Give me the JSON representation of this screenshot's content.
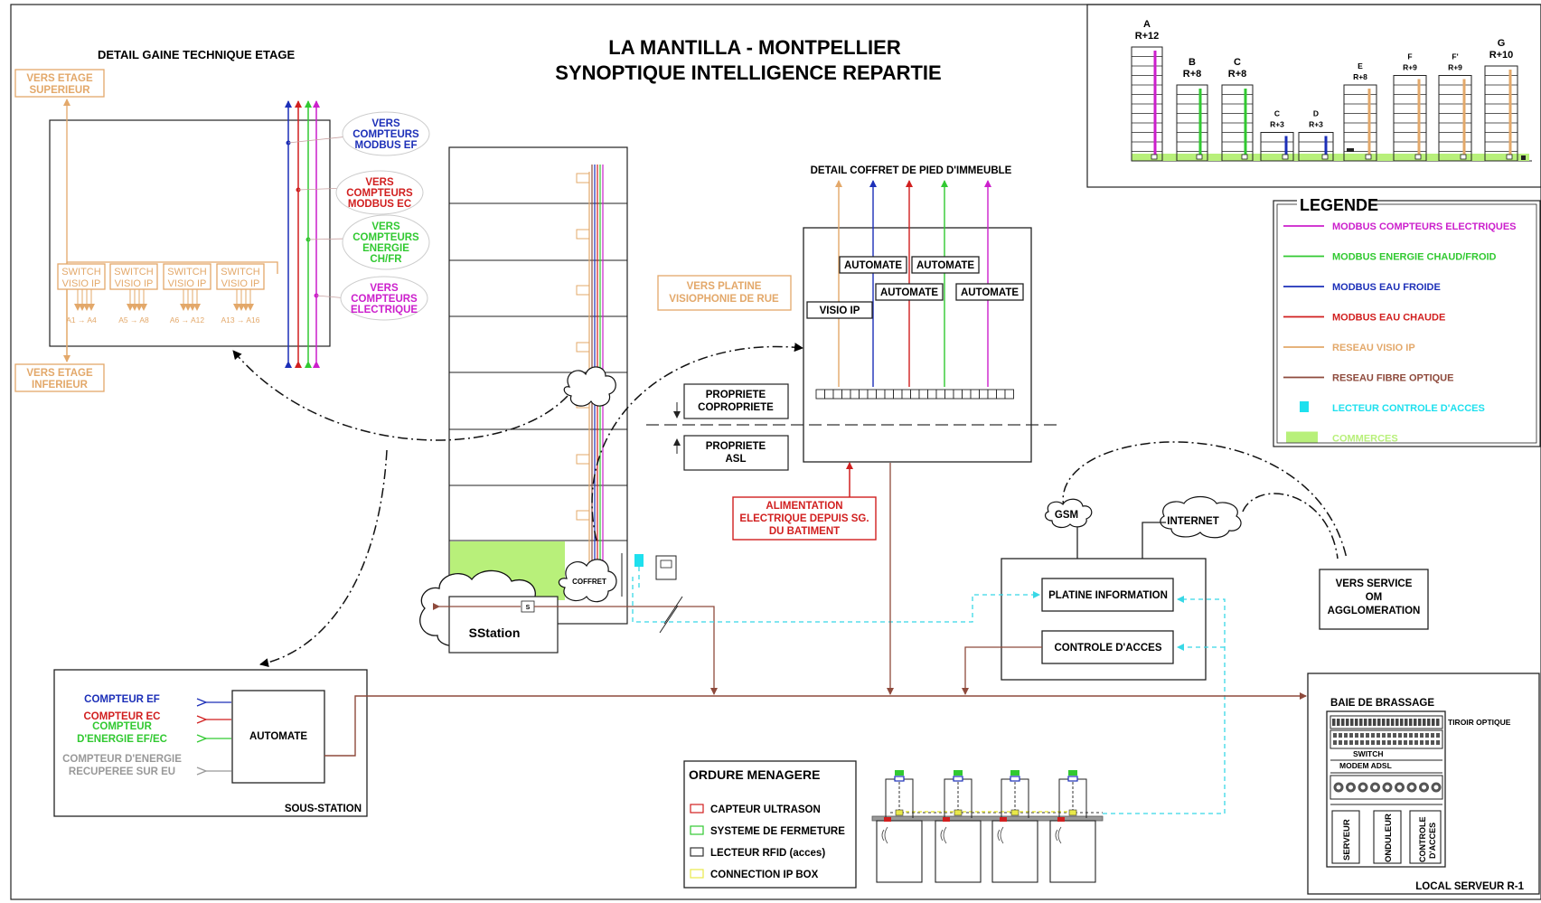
{
  "title": {
    "line1": "LA MANTILLA - MONTPELLIER",
    "line2": "SYNOPTIQUE INTELLIGENCE REPARTIE"
  },
  "gaine": {
    "title": "DETAIL GAINE TECHNIQUE ETAGE",
    "vers_sup": [
      "VERS ETAGE",
      "SUPERIEUR"
    ],
    "vers_inf": [
      "VERS ETAGE",
      "INFERIEUR"
    ],
    "switch_label": [
      "SWITCH",
      "VISIO IP"
    ],
    "ranges": [
      "A1 → A4",
      "A5 → A8",
      "A6 → A12",
      "A13 → A16"
    ],
    "bubbles": [
      {
        "lines": [
          "VERS",
          "COMPTEURS",
          "MODBUS EF"
        ],
        "color": "#1c2fb8"
      },
      {
        "lines": [
          "VERS",
          "COMPTEURS",
          "MODBUS EC"
        ],
        "color": "#d11f1f"
      },
      {
        "lines": [
          "VERS",
          "COMPTEURS",
          "ENERGIE",
          "CH/FR"
        ],
        "color": "#31c931"
      },
      {
        "lines": [
          "VERS",
          "COMPTEURS",
          "ELECTRIQUE"
        ],
        "color": "#cc1fcc"
      }
    ]
  },
  "coffret": {
    "title": "DETAIL COFFRET DE PIED D'IMMEUBLE",
    "automates": [
      "AUTOMATE",
      "AUTOMATE",
      "AUTOMATE",
      "AUTOMATE"
    ],
    "visio": "VISIO IP",
    "platine": [
      "VERS PLATINE",
      "VISIOPHONIE DE RUE"
    ],
    "alim": [
      "ALIMENTATION",
      "ELECTRIQUE DEPUIS SG.",
      "DU BATIMENT"
    ]
  },
  "propriete": {
    "copro": [
      "PROPRIETE",
      "COPROPRIETE"
    ],
    "asl": [
      "PROPRIETE",
      "ASL"
    ]
  },
  "building": {
    "coffret": "COFFRET",
    "sstation": "SStation",
    "s": "S"
  },
  "bars": {
    "labels": [
      "A",
      "B",
      "C",
      "C",
      "D",
      "E",
      "F",
      "F'",
      "G"
    ],
    "levels": [
      "R+12",
      "R+8",
      "R+8",
      "R+3",
      "R+3",
      "R+8",
      "R+9",
      "R+9",
      "R+10"
    ]
  },
  "legend": {
    "title": "LEGENDE",
    "items": [
      {
        "label": "MODBUS COMPTEURS ELECTRIQUES",
        "color": "#cc1fcc",
        "kind": "line"
      },
      {
        "label": "MODBUS ENERGIE CHAUD/FROID",
        "color": "#31c931",
        "kind": "line"
      },
      {
        "label": "MODBUS EAU FROIDE",
        "color": "#1c2fb8",
        "kind": "line"
      },
      {
        "label": "MODBUS EAU CHAUDE",
        "color": "#d11f1f",
        "kind": "line"
      },
      {
        "label": "RESEAU VISIO IP",
        "color": "#e3a86a",
        "kind": "line"
      },
      {
        "label": "RESEAU FIBRE OPTIQUE",
        "color": "#8e4a3c",
        "kind": "line"
      },
      {
        "label": "LECTEUR CONTROLE D'ACCES",
        "color": "#1ee0ee",
        "kind": "square"
      },
      {
        "label": "COMMERCES",
        "color": "#b8f07a",
        "kind": "block"
      }
    ]
  },
  "platine": {
    "gsm": "GSM",
    "internet": "INTERNET",
    "info": "PLATINE INFORMATION",
    "controle": "CONTROLE D'ACCES",
    "om": [
      "VERS SERVICE",
      "OM",
      "AGGLOMERATION"
    ]
  },
  "sous_station": {
    "automate": "AUTOMATE",
    "title": "SOUS-STATION",
    "meters": [
      {
        "lines": [
          "COMPTEUR EF"
        ],
        "color": "#1c2fb8"
      },
      {
        "lines": [
          "COMPTEUR EC"
        ],
        "color": "#d11f1f"
      },
      {
        "lines": [
          "COMPTEUR",
          "D'ENERGIE EF/EC"
        ],
        "color": "#31c931"
      },
      {
        "lines": [
          "COMPTEUR D'ENERGIE",
          "RECUPEREE SUR EU"
        ],
        "color": "#999999"
      }
    ]
  },
  "ordure": {
    "title": "ORDURE MENAGERE",
    "items": [
      {
        "label": "CAPTEUR ULTRASON",
        "color": "#d11f1f"
      },
      {
        "label": "SYSTEME DE FERMETURE",
        "color": "#31c931"
      },
      {
        "label": "LECTEUR RFID (acces)",
        "color": "#333333"
      },
      {
        "label": "CONNECTION IP BOX",
        "color": "#e8e84a"
      }
    ]
  },
  "baie": {
    "title": "BAIE DE BRASSAGE",
    "tiroir": "TIROIR OPTIQUE",
    "switch": "SWITCH",
    "modem": "MODEM ADSL",
    "units": [
      "SERVEUR",
      "ONDULEUR",
      "CONTROLE",
      "D'ACCES"
    ],
    "local": "LOCAL SERVEUR R-1"
  }
}
